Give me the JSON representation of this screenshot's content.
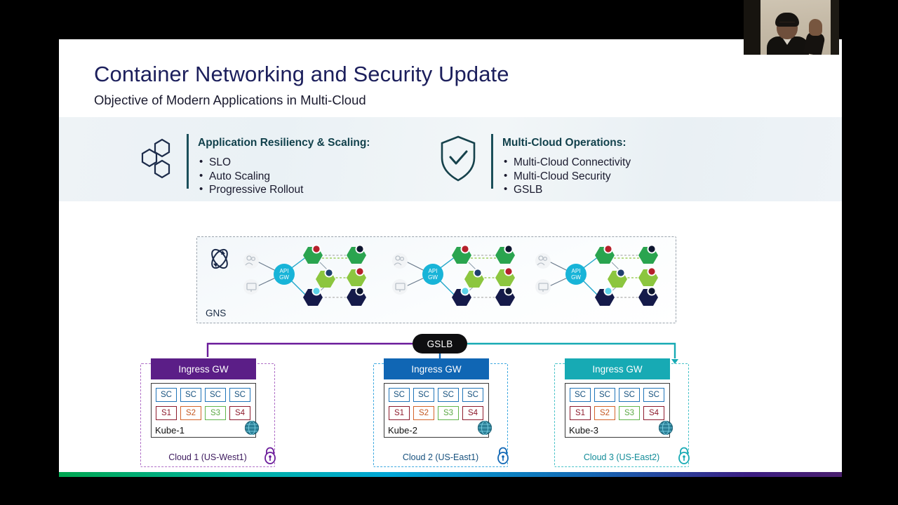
{
  "slide": {
    "title": "Container Networking and Security Update",
    "subtitle": "Objective of Modern Applications in Multi-Cloud"
  },
  "objectives": [
    {
      "icon": "hexagon-cluster-icon",
      "heading": "Application Resiliency & Scaling:",
      "items": [
        "SLO",
        "Auto Scaling",
        "Progressive Rollout"
      ]
    },
    {
      "icon": "shield-check-icon",
      "heading": "Multi-Cloud Operations:",
      "items": [
        "Multi-Cloud Connectivity",
        "Multi-Cloud Security",
        "GSLB"
      ]
    }
  ],
  "gns": {
    "label": "GNS",
    "icon": "atom-orbit-icon",
    "clusters": [
      {
        "gateway_label_line1": "API",
        "gateway_label_line2": "GW",
        "client_icons": [
          "users-icon",
          "monitor-icon"
        ],
        "nodes": [
          {
            "color": "#2aa44f",
            "badge": "#b5202b"
          },
          {
            "color": "#8cc63f",
            "badge": "#1f3f6e"
          },
          {
            "color": "#151a4a",
            "badge": "#5bd2e8"
          }
        ],
        "peers": [
          {
            "color": "#2aa44f",
            "badge": "#0e1630"
          },
          {
            "color": "#8cc63f",
            "badge": "#b5202b"
          },
          {
            "color": "#151a4a",
            "badge": "#0e1630"
          }
        ]
      },
      {
        "gateway_label_line1": "API",
        "gateway_label_line2": "GW",
        "client_icons": [
          "users-icon",
          "monitor-icon"
        ],
        "nodes": [
          {
            "color": "#2aa44f",
            "badge": "#b5202b"
          },
          {
            "color": "#8cc63f",
            "badge": "#1f3f6e"
          },
          {
            "color": "#151a4a",
            "badge": "#5bd2e8"
          }
        ],
        "peers": [
          {
            "color": "#2aa44f",
            "badge": "#0e1630"
          },
          {
            "color": "#8cc63f",
            "badge": "#b5202b"
          },
          {
            "color": "#151a4a",
            "badge": "#0e1630"
          }
        ]
      },
      {
        "gateway_label_line1": "API",
        "gateway_label_line2": "GW",
        "client_icons": [
          "users-icon",
          "monitor-icon"
        ],
        "nodes": [
          {
            "color": "#2aa44f",
            "badge": "#b5202b"
          },
          {
            "color": "#8cc63f",
            "badge": "#1f3f6e"
          },
          {
            "color": "#151a4a",
            "badge": "#5bd2e8"
          }
        ],
        "peers": [
          {
            "color": "#2aa44f",
            "badge": "#0e1630"
          },
          {
            "color": "#8cc63f",
            "badge": "#b5202b"
          },
          {
            "color": "#151a4a",
            "badge": "#0e1630"
          }
        ]
      }
    ]
  },
  "gslb": {
    "label": "GSLB",
    "color": "#0e0e10"
  },
  "clouds": [
    {
      "ingress_label": "Ingress GW",
      "ingress_color": "#5b1e87",
      "border_color": "#b06fc7",
      "kube_label": "Kube-1",
      "name": "Cloud 1 (US-West1)",
      "sc_cells": [
        "SC",
        "SC",
        "SC",
        "SC"
      ],
      "s_cells": [
        "S1",
        "S2",
        "S3",
        "S4"
      ],
      "lock_icon": "lock-icon",
      "globe_icon": "globe-icon"
    },
    {
      "ingress_label": "Ingress GW",
      "ingress_color": "#1066b4",
      "border_color": "#3fa9e0",
      "kube_label": "Kube-2",
      "name": "Cloud 2 (US-East1)",
      "sc_cells": [
        "SC",
        "SC",
        "SC",
        "SC"
      ],
      "s_cells": [
        "S1",
        "S2",
        "S3",
        "S4"
      ],
      "lock_icon": "lock-icon",
      "globe_icon": "globe-icon"
    },
    {
      "ingress_label": "Ingress GW",
      "ingress_color": "#17aab4",
      "border_color": "#49c3c9",
      "kube_label": "Kube-3",
      "name": "Cloud 3 (US-East2)",
      "sc_cells": [
        "SC",
        "SC",
        "SC",
        "SC"
      ],
      "s_cells": [
        "S1",
        "S2",
        "S3",
        "S4"
      ],
      "lock_icon": "lock-icon",
      "globe_icon": "globe-icon"
    }
  ],
  "brandbar": {
    "colors": [
      "#00a650",
      "#00b39e",
      "#00a7d6",
      "#1467b3",
      "#3b1d82",
      "#4a1f6e"
    ]
  },
  "webcam": {
    "label": "presenter-video-thumbnail"
  }
}
